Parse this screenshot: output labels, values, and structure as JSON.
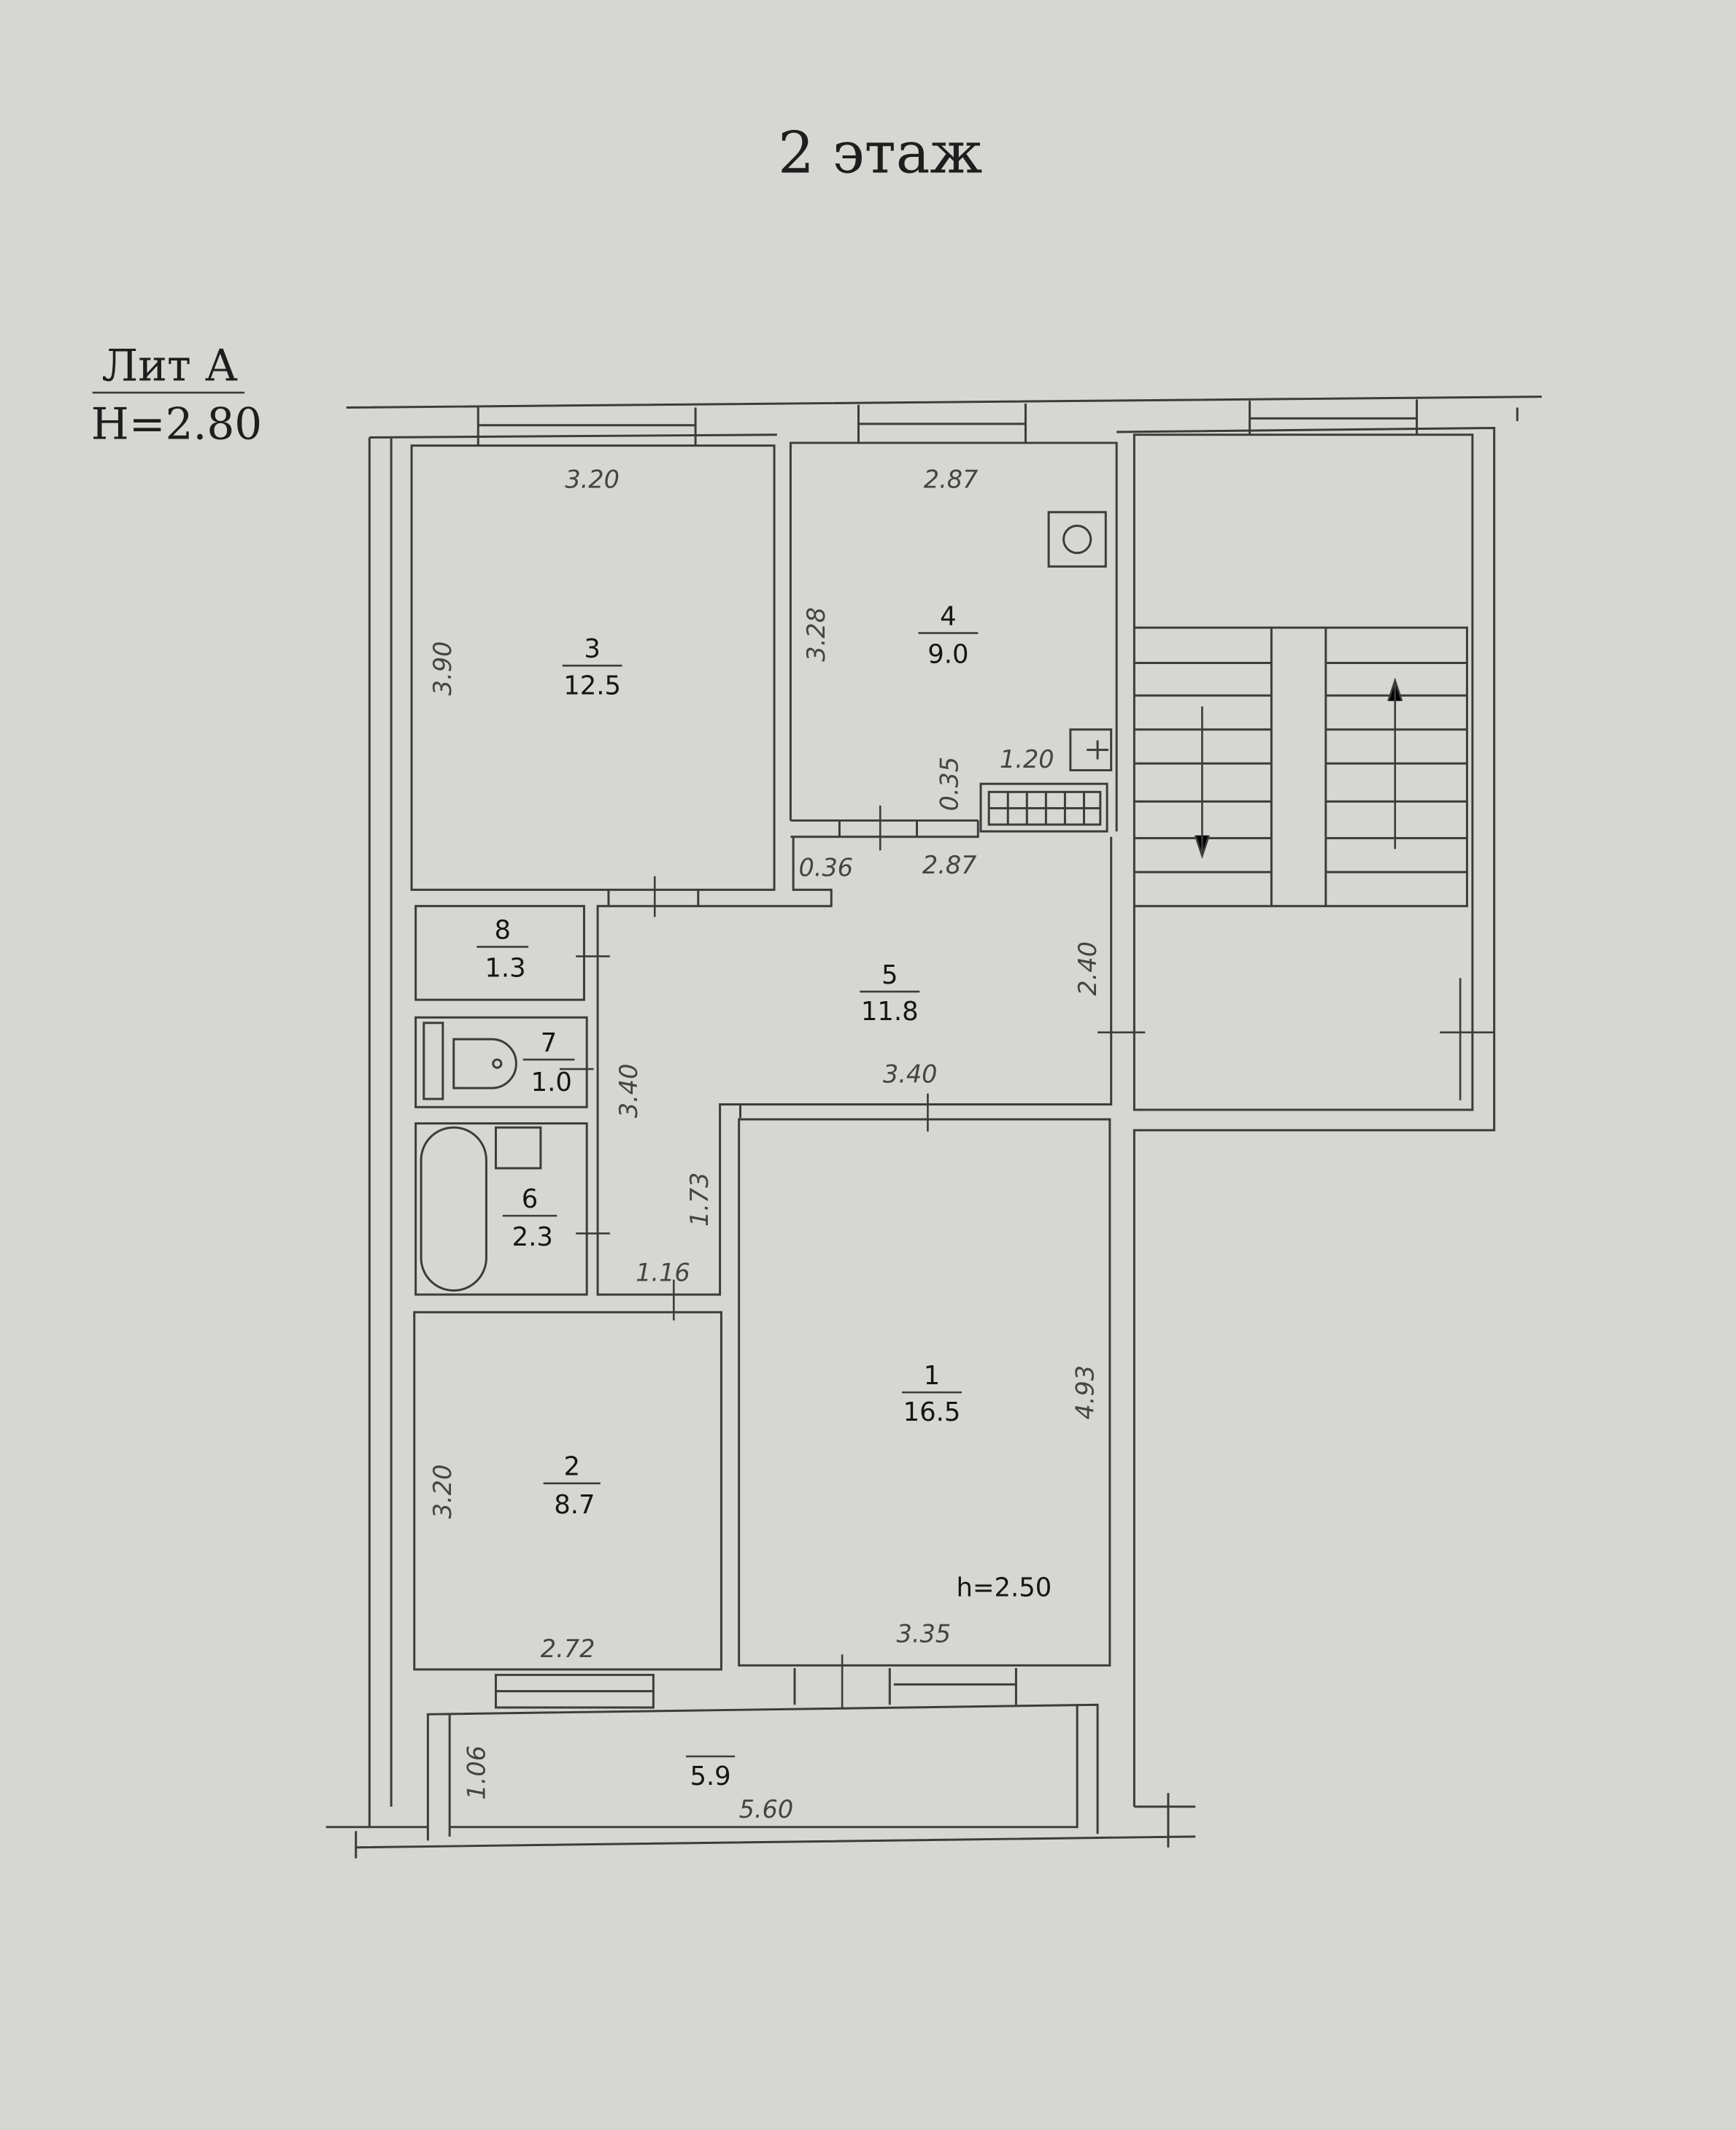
{
  "title": "2 этаж",
  "lit": {
    "label": "Лит А",
    "height": "Н=2.80"
  },
  "rooms": [
    {
      "num": "1",
      "area": "16.5"
    },
    {
      "num": "2",
      "area": "8.7"
    },
    {
      "num": "3",
      "area": "12.5"
    },
    {
      "num": "4",
      "area": "9.0"
    },
    {
      "num": "5",
      "area": "11.8"
    },
    {
      "num": "6",
      "area": "2.3"
    },
    {
      "num": "7",
      "area": "1.0"
    },
    {
      "num": "8",
      "area": "1.3"
    }
  ],
  "balcony": {
    "area": "5.9"
  },
  "room_height": "h=2.50",
  "dims": [
    "3.20",
    "3.90",
    "2.87",
    "3.28",
    "0.35",
    "1.20",
    "0.36",
    "2.87",
    "2.40",
    "3.40",
    "3.40",
    "1.73",
    "1.16",
    "4.93",
    "3.20",
    "2.72",
    "3.35",
    "1.06",
    "5.60"
  ]
}
